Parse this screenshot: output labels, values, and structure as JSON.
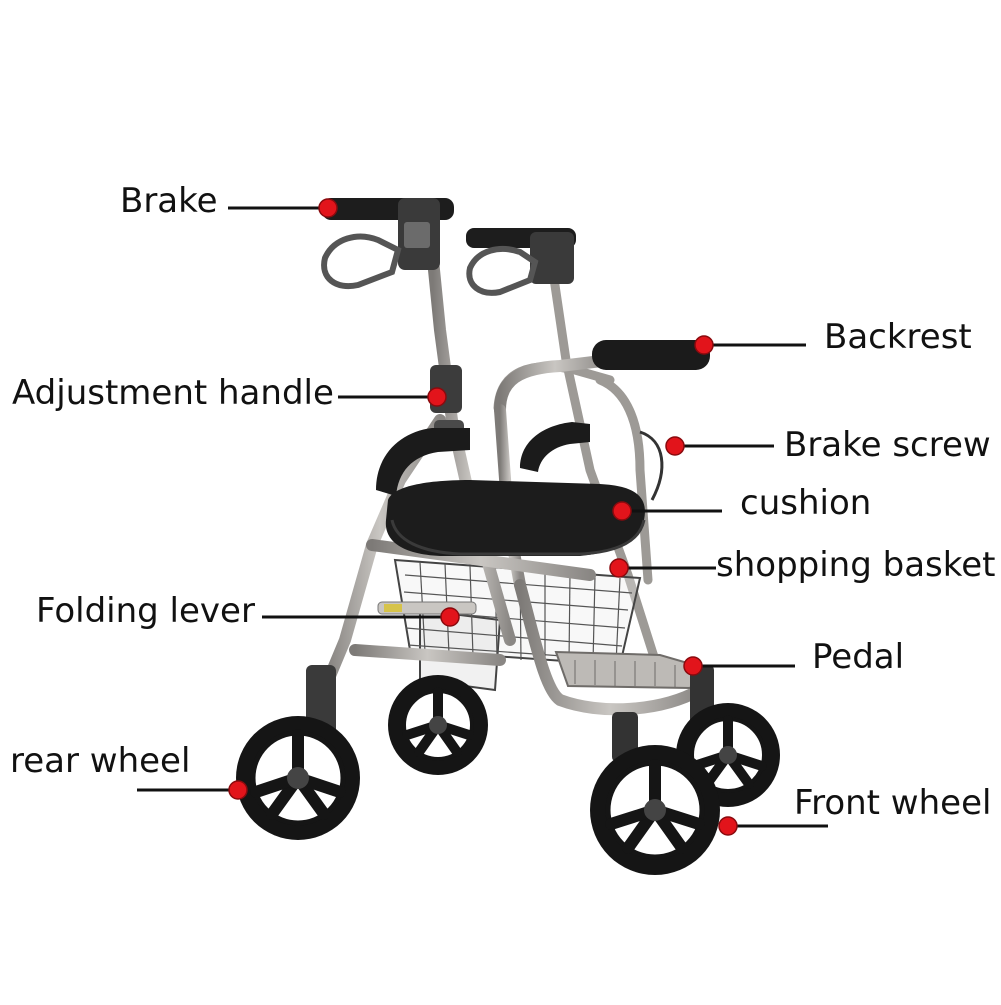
{
  "diagram": {
    "subject": "rollator-walker",
    "colors": {
      "frame": "#a9a6a2",
      "frame_dark": "#6f6c69",
      "black_part": "#1b1b1b",
      "pin": "#e2141b",
      "leader": "#111111",
      "background": "#ffffff"
    },
    "labels": {
      "brake": "Brake",
      "adjustment_handle": "Adjustment handle",
      "backrest": "Backrest",
      "brake_screw": "Brake screw",
      "cushion": "cushion",
      "shopping_basket": "shopping basket",
      "folding_lever": "Folding lever",
      "pedal": "Pedal",
      "rear_wheel": "rear wheel",
      "front_wheel": "Front wheel"
    }
  }
}
